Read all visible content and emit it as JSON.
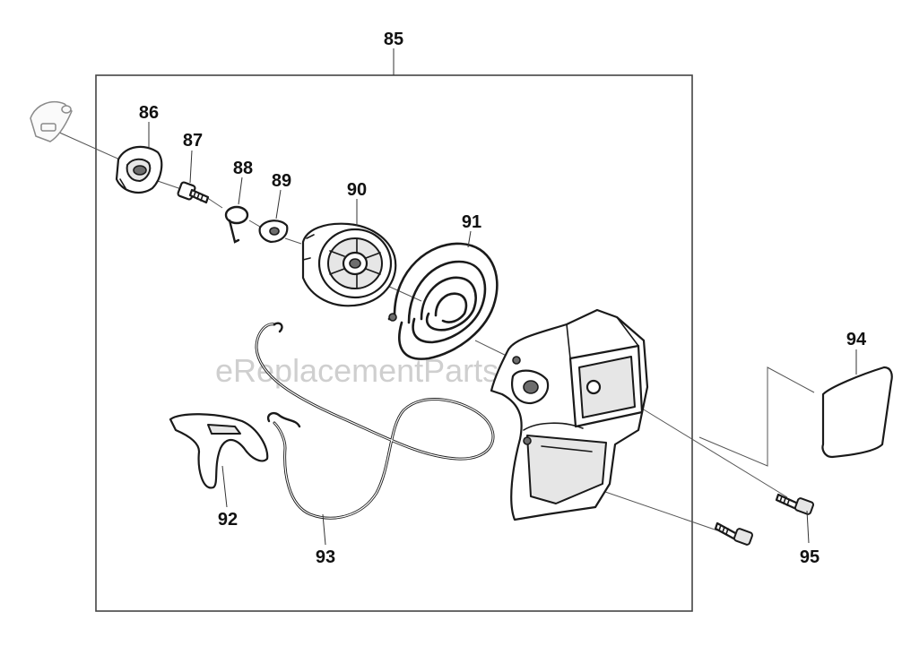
{
  "watermark": "eReplacementParts.com",
  "callouts": {
    "c85": "85",
    "c86": "86",
    "c87": "87",
    "c88": "88",
    "c89": "89",
    "c90": "90",
    "c91": "91",
    "c92": "92",
    "c93": "93",
    "c94": "94",
    "c95": "95"
  }
}
